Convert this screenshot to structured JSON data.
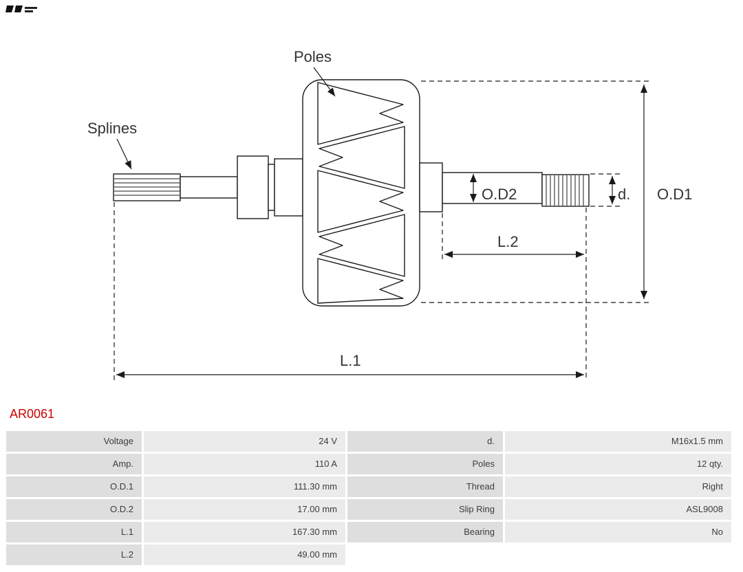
{
  "part_number": "AR0061",
  "drawing": {
    "labels": {
      "poles": "Poles",
      "splines": "Splines",
      "od2": "O.D2",
      "d": "d.",
      "od1": "O.D1",
      "l2": "L.2",
      "l1": "L.1"
    }
  },
  "colors": {
    "part_number_red": "#cc0000",
    "line": "#1a1a1a",
    "table_label_bg": "#dedede",
    "table_value_bg": "#ebebeb"
  },
  "spec_table": {
    "left_rows": [
      {
        "label": "Voltage",
        "value": "24 V"
      },
      {
        "label": "Amp.",
        "value": "110 A"
      },
      {
        "label": "O.D.1",
        "value": "111.30 mm"
      },
      {
        "label": "O.D.2",
        "value": "17.00 mm"
      },
      {
        "label": "L.1",
        "value": "167.30 mm"
      },
      {
        "label": "L.2",
        "value": "49.00 mm"
      }
    ],
    "right_rows": [
      {
        "label": "d.",
        "value": "M16x1.5 mm"
      },
      {
        "label": "Poles",
        "value": "12 qty."
      },
      {
        "label": "Thread",
        "value": "Right"
      },
      {
        "label": "Slip Ring",
        "value": "ASL9008"
      },
      {
        "label": "Bearing",
        "value": "No"
      }
    ]
  }
}
